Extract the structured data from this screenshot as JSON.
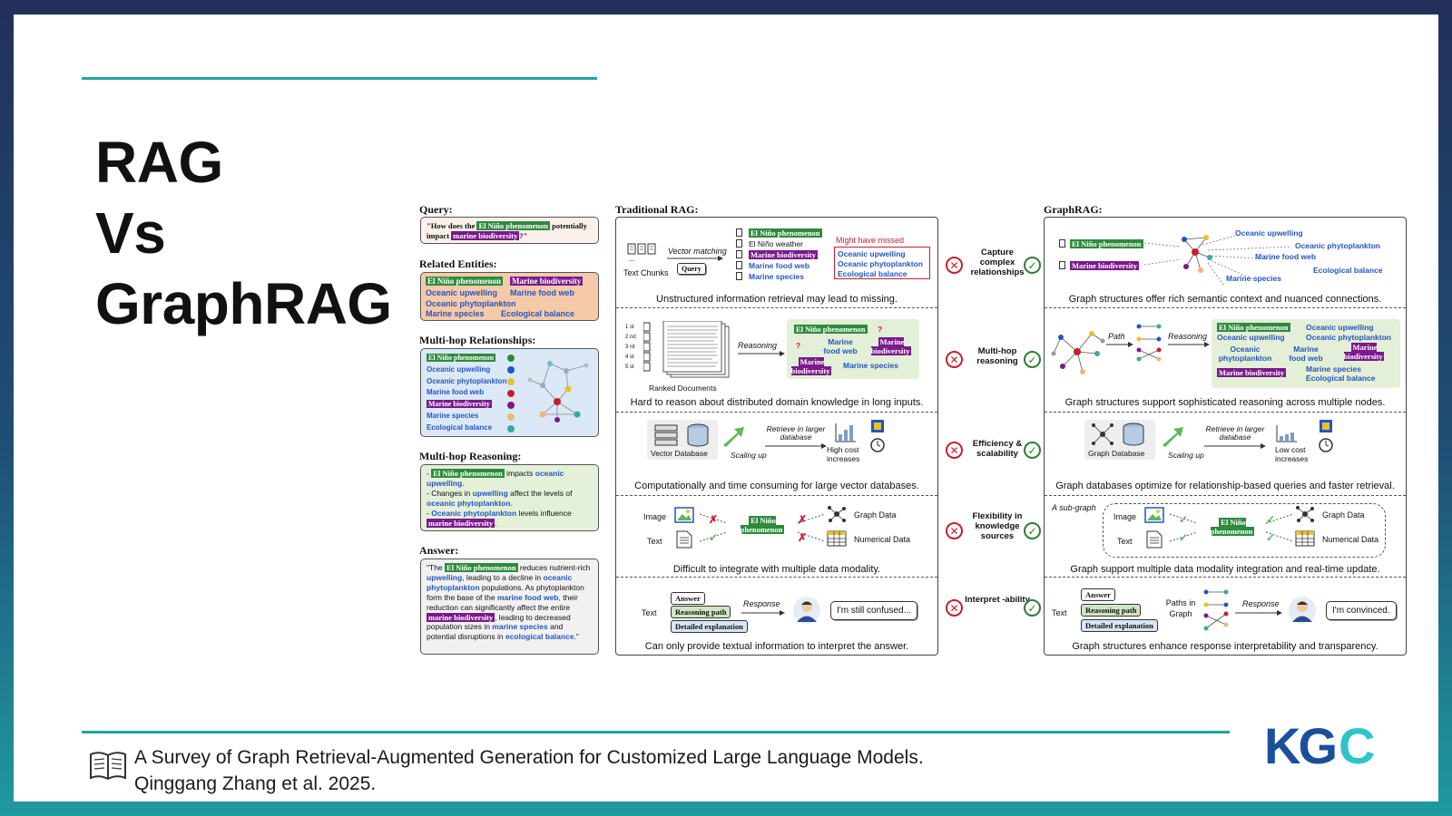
{
  "title": {
    "line1": "RAG",
    "line2": "Vs",
    "line3": "GraphRAG"
  },
  "citation": {
    "line1": "A Survey of Graph Retrieval-Augmented Generation  for Customized Large Language Models.",
    "line2": "Qinggang Zhang et al. 2025."
  },
  "logo": {
    "text": "KGC",
    "color_dark": "#1b4f9c",
    "color_light": "#2ec4c9"
  },
  "colors": {
    "accent": "#21a3a6",
    "entity_green": "#2e8b3d",
    "entity_purple": "#7a1a8c",
    "entity_blue": "#2456c2",
    "bad": "#c4202e",
    "good": "#2e7d32"
  },
  "left": {
    "query_label": "Query:",
    "query": {
      "pre": "\"How does the ",
      "e1": "El Niño phenomenon",
      "mid": " potentially impact ",
      "e2": "marine biodiversity",
      "post": "?\""
    },
    "entities_label": "Related Entities:",
    "entities": [
      "El Niño phenomenon",
      "Marine biodiversity",
      "Oceanic upwelling",
      "Marine food web",
      "Oceanic phytoplankton",
      "Marine species",
      "Ecological balance"
    ],
    "multihop_label": "Multi-hop Relationships:",
    "multihop": [
      "El Niño phenomenon",
      "Oceanic upwelling",
      "Oceanic phytoplankton",
      "Marine food web",
      "Marine biodiversity",
      "Marine species",
      "Ecological balance"
    ],
    "reasoning_label": "Multi-hop Reasoning:",
    "reasoning": {
      "l1a": "- ",
      "l1e": "El Niño phenomenon",
      "l1b": " impacts ",
      "l1c": "oceanic upwelling",
      "l1d": ".",
      "l2a": "- Changes in ",
      "l2b": "upwelling",
      "l2c": " affect the levels of ",
      "l2d": "oceanic phytoplankton",
      "l2e": ".",
      "l3a": "- ",
      "l3b": "Oceanic phytoplankton",
      "l3c": " levels influence ",
      "l3d": "marine biodiversity",
      "l3e": "."
    },
    "answer_label": "Answer:",
    "answer": {
      "a1": "\"The ",
      "e1": "El Niño phenomenon",
      "a2": " reduces nutrient-rich ",
      "b1": "upwelling",
      "a3": ", leading to a decline in ",
      "b2": "oceanic phytoplankton",
      "a4": " populations. As phytoplankton form the base of the ",
      "b3": "marine food web",
      "a5": ", their reduction can significantly affect the entire ",
      "e2": "marine biodiversity",
      "a6": ", leading to decreased population sizes in ",
      "b4": "marine species",
      "a7": " and potential disruptions in ",
      "b5": "ecological balance",
      "a8": ".\""
    }
  },
  "trad": {
    "label": "Traditional RAG:",
    "r1": {
      "chunks": "Text Chunks",
      "vm": "Vector matching",
      "query": "Query",
      "list": [
        "El Niño phenomenon",
        "El Niño weather",
        "Marine biodiversity",
        "Marine food web",
        "Marine species"
      ],
      "missed": "Might have missed",
      "missed_list": [
        "Oceanic upwelling",
        "Oceanic phytoplankton",
        "Ecological balance"
      ],
      "cap": "Unstructured information retrieval may lead to missing."
    },
    "r2": {
      "ranks": [
        "1 st",
        "2 nd",
        "3 rd",
        "4 st",
        "5 st"
      ],
      "ranked": "Ranked Documents",
      "reasoning": "Reasoning",
      "e1": "El Niño phenomenon",
      "q": "?",
      "mfw": "Marine food web",
      "mb": "Marine biodiversity",
      "ms": "Marine species",
      "cap": "Hard to reason about distributed domain knowledge in long inputs."
    },
    "r3": {
      "vdb": "Vector Database",
      "scale": "Scaling up",
      "retrieve": "Retrieve in larger database",
      "cost": "High cost increases",
      "cap": "Computationally and time consuming for large vector databases."
    },
    "r4": {
      "image": "Image",
      "text": "Text",
      "entity": "El Niño phenomenon",
      "gd": "Graph Data",
      "nd": "Numerical Data",
      "cap": "Difficult to integrate with multiple data modality."
    },
    "r5": {
      "text": "Text",
      "answer": "Answer",
      "rp": "Reasoning path",
      "de": "Detailed explanation",
      "response": "Response",
      "bubble": "I'm still confused...",
      "cap": "Can only provide textual information to interpret the answer."
    }
  },
  "compare": [
    "Capture complex relationships",
    "Multi-hop reasoning",
    "Efficiency & scalability",
    "Flexibility in knowledge sources",
    "Interpret -ability"
  ],
  "graph": {
    "label": "GraphRAG:",
    "r1": {
      "e1": "El Niño phenomenon",
      "e2": "Marine biodiversity",
      "nodes": [
        "Oceanic upwelling",
        "Oceanic phytoplankton",
        "Marine food web",
        "Ecological balance",
        "Marine species"
      ],
      "cap": "Graph structures offer rich semantic context and nuanced connections."
    },
    "r2": {
      "path": "Path",
      "reasoning": "Reasoning",
      "e1": "El Niño phenomenon",
      "ou": "Oceanic upwelling",
      "ou2": "Oceanic upwelling",
      "op": "Oceanic phytoplankton",
      "op2": "Oceanic phytoplankton",
      "mfw": "Marine food web",
      "mb": "Marine biodiversity",
      "mb2": "Marine biodiversity",
      "ms": "Marine species",
      "eb": "Ecological balance",
      "cap": "Graph structures support sophisticated reasoning across multiple nodes."
    },
    "r3": {
      "gdb": "Graph Database",
      "scale": "Scaling up",
      "retrieve": "Retrieve in larger database",
      "cost": "Low cost increases",
      "cap": "Graph databases optimize for relationship-based queries and faster retrieval."
    },
    "r4": {
      "sub": "A sub-graph",
      "image": "Image",
      "text": "Text",
      "entity": "El Niño phenomenon",
      "gd": "Graph Data",
      "nd": "Numerical Data",
      "cap": "Graph support multiple data modality integration and real-time update."
    },
    "r5": {
      "text": "Text",
      "answer": "Answer",
      "rp": "Reasoning path",
      "de": "Detailed explanation",
      "paths": "Paths in Graph",
      "response": "Response",
      "bubble": "I'm convinced.",
      "cap": "Graph structures enhance response interpretability and transparency."
    }
  }
}
